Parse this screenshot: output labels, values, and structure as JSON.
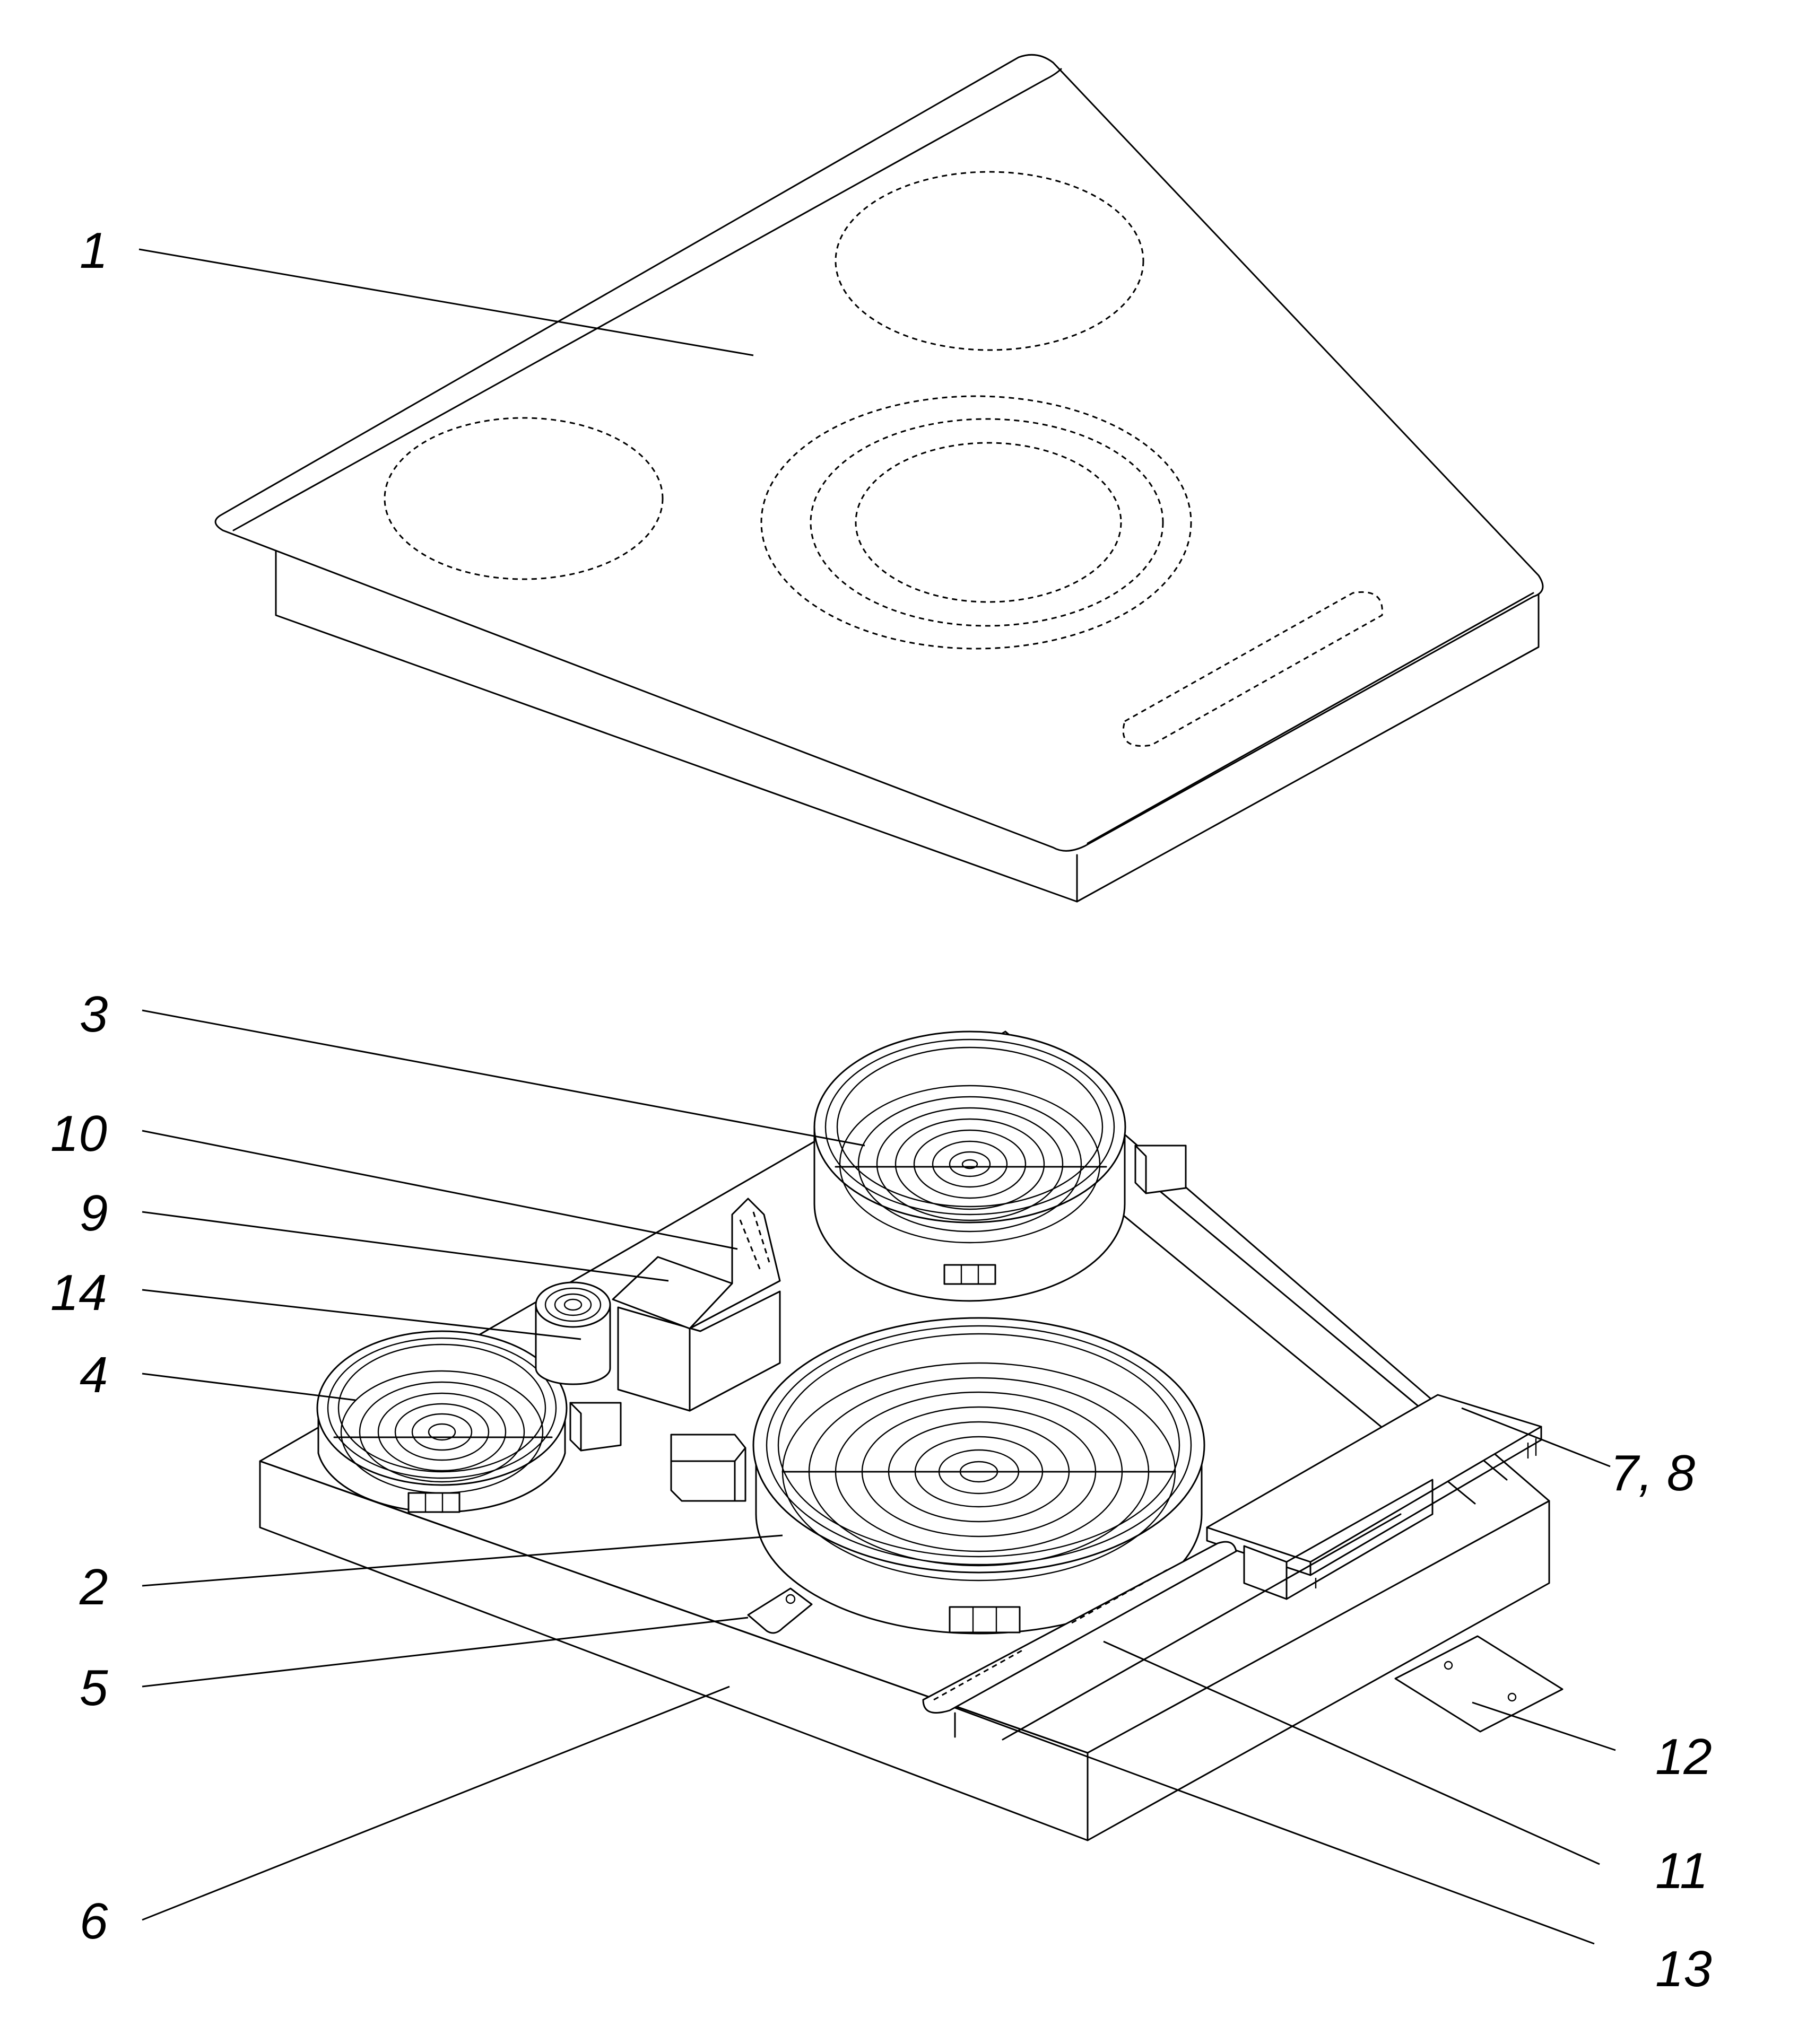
{
  "labels": {
    "l1": "1",
    "l2": "2",
    "l3": "3",
    "l4": "4",
    "l5": "5",
    "l6": "6",
    "l7_8": "7, 8",
    "l9": "9",
    "l10": "10",
    "l11": "11",
    "l12": "12",
    "l13": "13",
    "l14": "14"
  }
}
